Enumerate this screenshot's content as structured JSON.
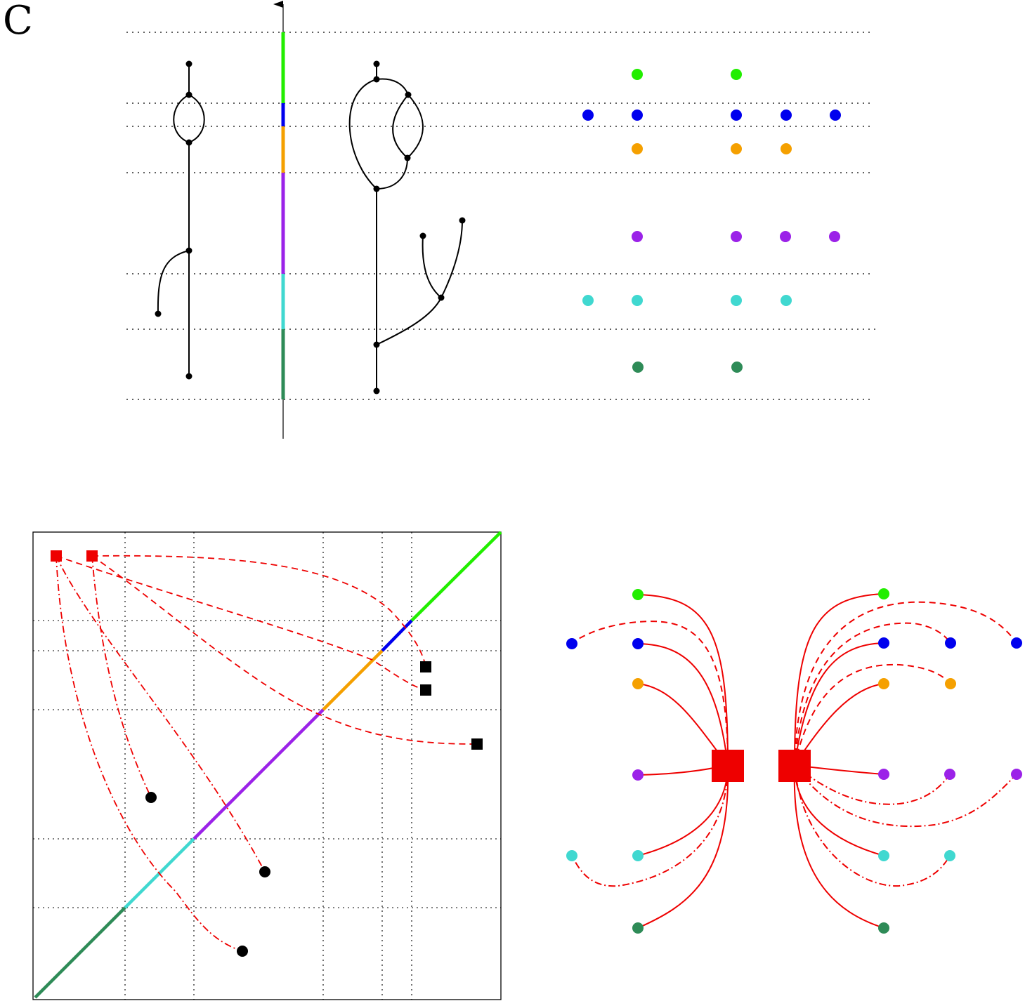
{
  "panel_label": "C",
  "colors": {
    "lime": "#22ee00",
    "blue": "#0000ee",
    "orange": "#f5a000",
    "purple": "#9b22e8",
    "turquoise": "#40d8d0",
    "seagreen": "#2e8b57",
    "red": "#ee0000",
    "black": "#000000"
  },
  "layers_top_to_bottom": [
    "lime",
    "blue",
    "orange",
    "purple",
    "turquoise",
    "seagreen"
  ],
  "barcode_columns": [
    {
      "column": 1,
      "layers": [
        "blue",
        "turquoise"
      ]
    },
    {
      "column": 2,
      "layers": [
        "lime",
        "blue",
        "orange",
        "purple",
        "turquoise",
        "seagreen"
      ]
    },
    {
      "column": 3,
      "layers": [
        "lime",
        "blue",
        "orange",
        "purple",
        "turquoise",
        "seagreen"
      ]
    },
    {
      "column": 4,
      "layers": [
        "blue",
        "orange",
        "purple",
        "turquoise"
      ]
    },
    {
      "column": 5,
      "layers": [
        "blue",
        "purple"
      ]
    }
  ],
  "persistence_diagram": {
    "off_diagonal_points": [
      {
        "marker": "red-square",
        "count": 2
      },
      {
        "marker": "black-square",
        "count": 3
      },
      {
        "marker": "black-circle",
        "count": 3
      }
    ]
  },
  "matching": {
    "left_hub": "red-square",
    "right_hub": "red-square",
    "left_nodes": [
      "lime",
      "blue",
      "blue",
      "orange",
      "purple",
      "turquoise",
      "turquoise",
      "seagreen"
    ],
    "right_nodes": [
      "lime",
      "blue",
      "blue",
      "blue",
      "orange",
      "orange",
      "purple",
      "purple",
      "purple",
      "turquoise",
      "turquoise",
      "seagreen"
    ]
  }
}
